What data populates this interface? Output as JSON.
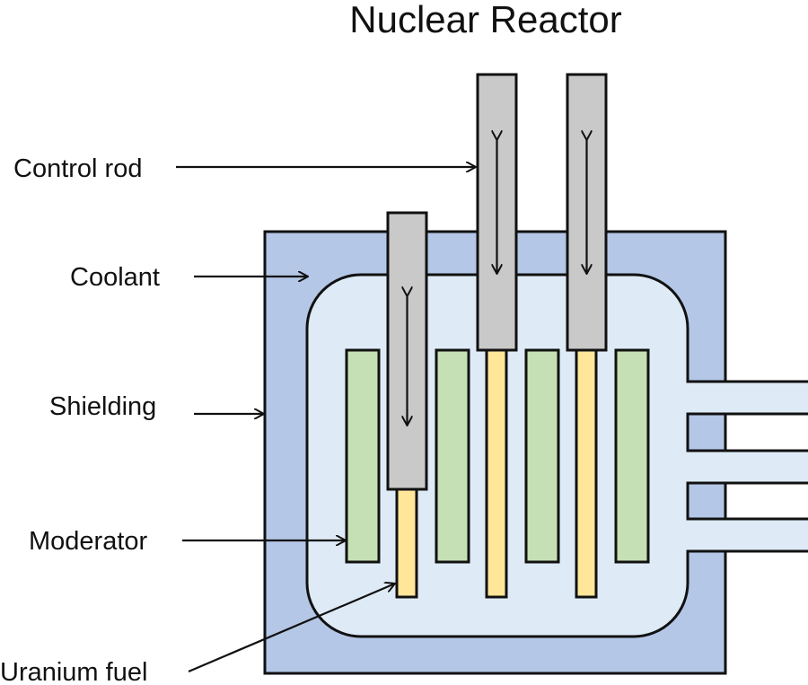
{
  "title": "Nuclear Reactor",
  "labels": {
    "control_rod": "Control rod",
    "coolant": "Coolant",
    "shielding": "Shielding",
    "moderator": "Moderator",
    "uranium_fuel": "Uranium fuel"
  },
  "colors": {
    "shielding": "#b4c7e7",
    "coolant": "#deebf7",
    "moderator": "#c5e0b4",
    "uranium_fuel": "#ffe699",
    "control_rod": "#c9c9c9",
    "outline": "#111111"
  }
}
